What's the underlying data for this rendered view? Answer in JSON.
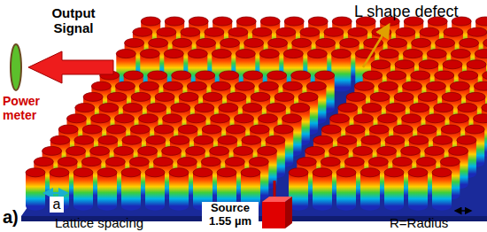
{
  "diagram": {
    "labels": [
      "Output Signal",
      "Power meter",
      "L shape defect",
      "a)",
      "a",
      "Lattice spacing",
      "Source 1.55 µm",
      "R=Radius"
    ]
  }
}
